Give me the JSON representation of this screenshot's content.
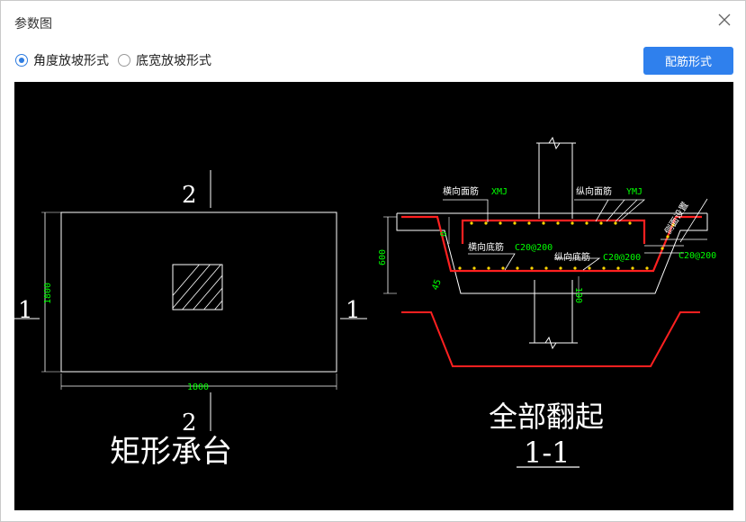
{
  "dialog": {
    "title": "参数图"
  },
  "options": [
    {
      "label": "角度放坡形式",
      "selected": true
    },
    {
      "label": "底宽放坡形式",
      "selected": false
    }
  ],
  "button": {
    "label": "配筋形式"
  },
  "drawing": {
    "plan": {
      "dim_vertical": "1800",
      "dim_horizontal": "1800",
      "section_mark_left": "1",
      "section_mark_right": "1",
      "section_mark_top": "2",
      "section_mark_bottom": "2",
      "caption": "矩形承台"
    },
    "section": {
      "label_transverse_top": "横向面筋",
      "label_transverse_top_code": "XMJ",
      "label_longitudinal_top": "纵向面筋",
      "label_longitudinal_top_code": "YMJ",
      "label_transverse_bottom": "横向底筋",
      "label_transverse_bottom_code": "C20@200",
      "label_longitudinal_bottom": "纵向底筋",
      "label_longitudinal_bottom_code": "C20@200",
      "label_side": "C20@200",
      "label_side_setting": "侧面设置",
      "dim_height": "600",
      "dim_top": "0",
      "dim_angle": "45",
      "dim_pile": "100",
      "caption": "全部翻起",
      "section_name": "1-1"
    }
  },
  "colors": {
    "accent": "#2f80ed",
    "rebar": "#ff2020",
    "dim": "#00ff00",
    "line": "#ffffff",
    "canvas": "#000000"
  }
}
